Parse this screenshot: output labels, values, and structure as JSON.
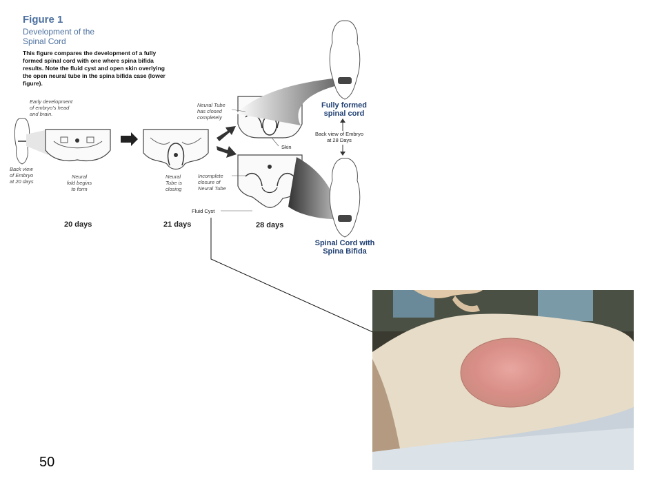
{
  "figure": {
    "title": "Figure 1",
    "subtitle_line1": "Development of the",
    "subtitle_line2": "Spinal Cord",
    "caption": "This figure compares the development of a fully formed spinal cord with one where spina bifida results. Note the fluid cyst and open skin overlying the open neural tube in the spina bifida case (lower figure)."
  },
  "labels": {
    "early_dev_1": "Early development",
    "early_dev_2": "of embryo's head",
    "early_dev_3": "and brain.",
    "back_view_20_1": "Back view",
    "back_view_20_2": "of Embryo",
    "back_view_20_3": "at 20 days",
    "neural_fold_1": "Neural",
    "neural_fold_2": "fold begins",
    "neural_fold_3": "to form",
    "tube_closing_1": "Neural",
    "tube_closing_2": "Tube is",
    "tube_closing_3": "closing",
    "tube_closed_1": "Neural Tube",
    "tube_closed_2": "has closed",
    "tube_closed_3": "completely",
    "incomplete_1": "Incomplete",
    "incomplete_2": "closure of",
    "incomplete_3": "Neural Tube",
    "skin": "Skin",
    "fluid_cyst": "Fluid Cyst",
    "back_view_28_1": "Back view of Embryo",
    "back_view_28_2": "at 28 Days"
  },
  "stages": {
    "d20": "20 days",
    "d21": "21 days",
    "d28": "28 days"
  },
  "results": {
    "normal_1": "Fully formed",
    "normal_2": "spinal cord",
    "bifida_1": "Spinal Cord with",
    "bifida_2": "Spina Bifida"
  },
  "slide_number": "50"
}
